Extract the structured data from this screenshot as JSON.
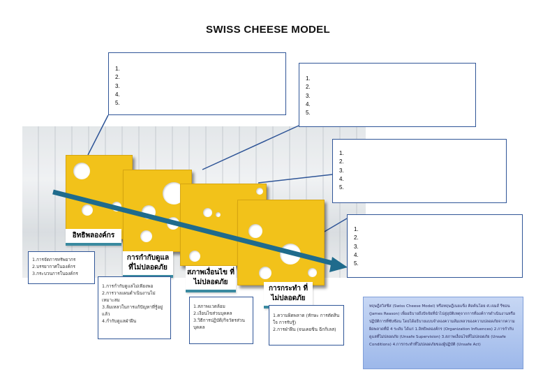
{
  "title": "SWISS CHEESE MODEL",
  "numbered_boxes": [
    {
      "items": [
        "1.",
        "2.",
        "3.",
        "4.",
        "5."
      ]
    },
    {
      "items": [
        "1.",
        "2.",
        "3.",
        "4.",
        "5."
      ]
    },
    {
      "items": [
        "1.",
        "2.",
        "3.",
        "4.",
        "5."
      ]
    },
    {
      "items": [
        "1.",
        "2.",
        "3.",
        "4.",
        "5."
      ]
    }
  ],
  "layers": [
    {
      "label": "อิทธิพลองค์กร",
      "items": [
        "1.การจัดการทรัพยากร",
        "2.บรรยากาศในองค์กร",
        "3.กระบวนการในองค์กร"
      ]
    },
    {
      "label": "การกำกับดูแล ที่ไม่ปลอดภัย",
      "items": [
        "1.การกำกับดูแลไม่เพียงพอ",
        "2.การวางแผนดำเนินงานไม่เหมาะสม",
        "3.ล้มเหลวในการแก้ปัญหาที่รู้อยู่แล้ว",
        "4.กำกับดูแลฝ่าฝืน"
      ]
    },
    {
      "label": "สภาพเงื่อนไข ที่ไม่ปลอดภัย",
      "items": [
        "1.สภาพแวดล้อม",
        "2.เงื่อนไขส่วนบุคคล",
        "3.วิธีการปฏิบัติ/กิจวัตรส่วนบุคคล"
      ]
    },
    {
      "label": "การกระทำ ที่ไม่ปลอดภัย",
      "items": [
        "1.ความผิดพลาด (ทักษะ การตัดสินใจ การรับรู้)",
        "2.การฝ่าฝืน (จนเคยชิน ฉีกกิเลส)"
      ]
    }
  ],
  "note": "ทฤษฎีสวิสชีส (Swiss Cheese Model) หรือทฤษฎีเนยแข็ง คิดค้นโดย ศ.เจมส์ รีซอน (James Reason) เพื่ออธิบายถึงปัจจัยที่นำไปสู่อุบัติเหตุจากการที่องค์การดำเนินงานหรือปฏิบัติการที่ซับซ้อน โดยได้อธิบายแบบจำลองความล้มเหลวของความปลอดภัยจากความผิดพลาดที่มี 4 ระดับ ได้แก่ 1.อิทธิพลองค์กร (Organization Influences) 2.การกำกับดูแลที่ไม่ปลอดภัย (Unsafe Supervision) 3.สภาพเงื่อนไขที่ไม่ปลอดภัย (Unsafe Conditions) 4.การกระทำที่ไม่ปลอดภัยของผู้ปฏิบัติ (Unsafe Act)",
  "colors": {
    "cheese": "#f2c21a",
    "arrow": "#1f6b8c",
    "box_border": "#2f5597",
    "note_bg": "#a9c1ee"
  }
}
